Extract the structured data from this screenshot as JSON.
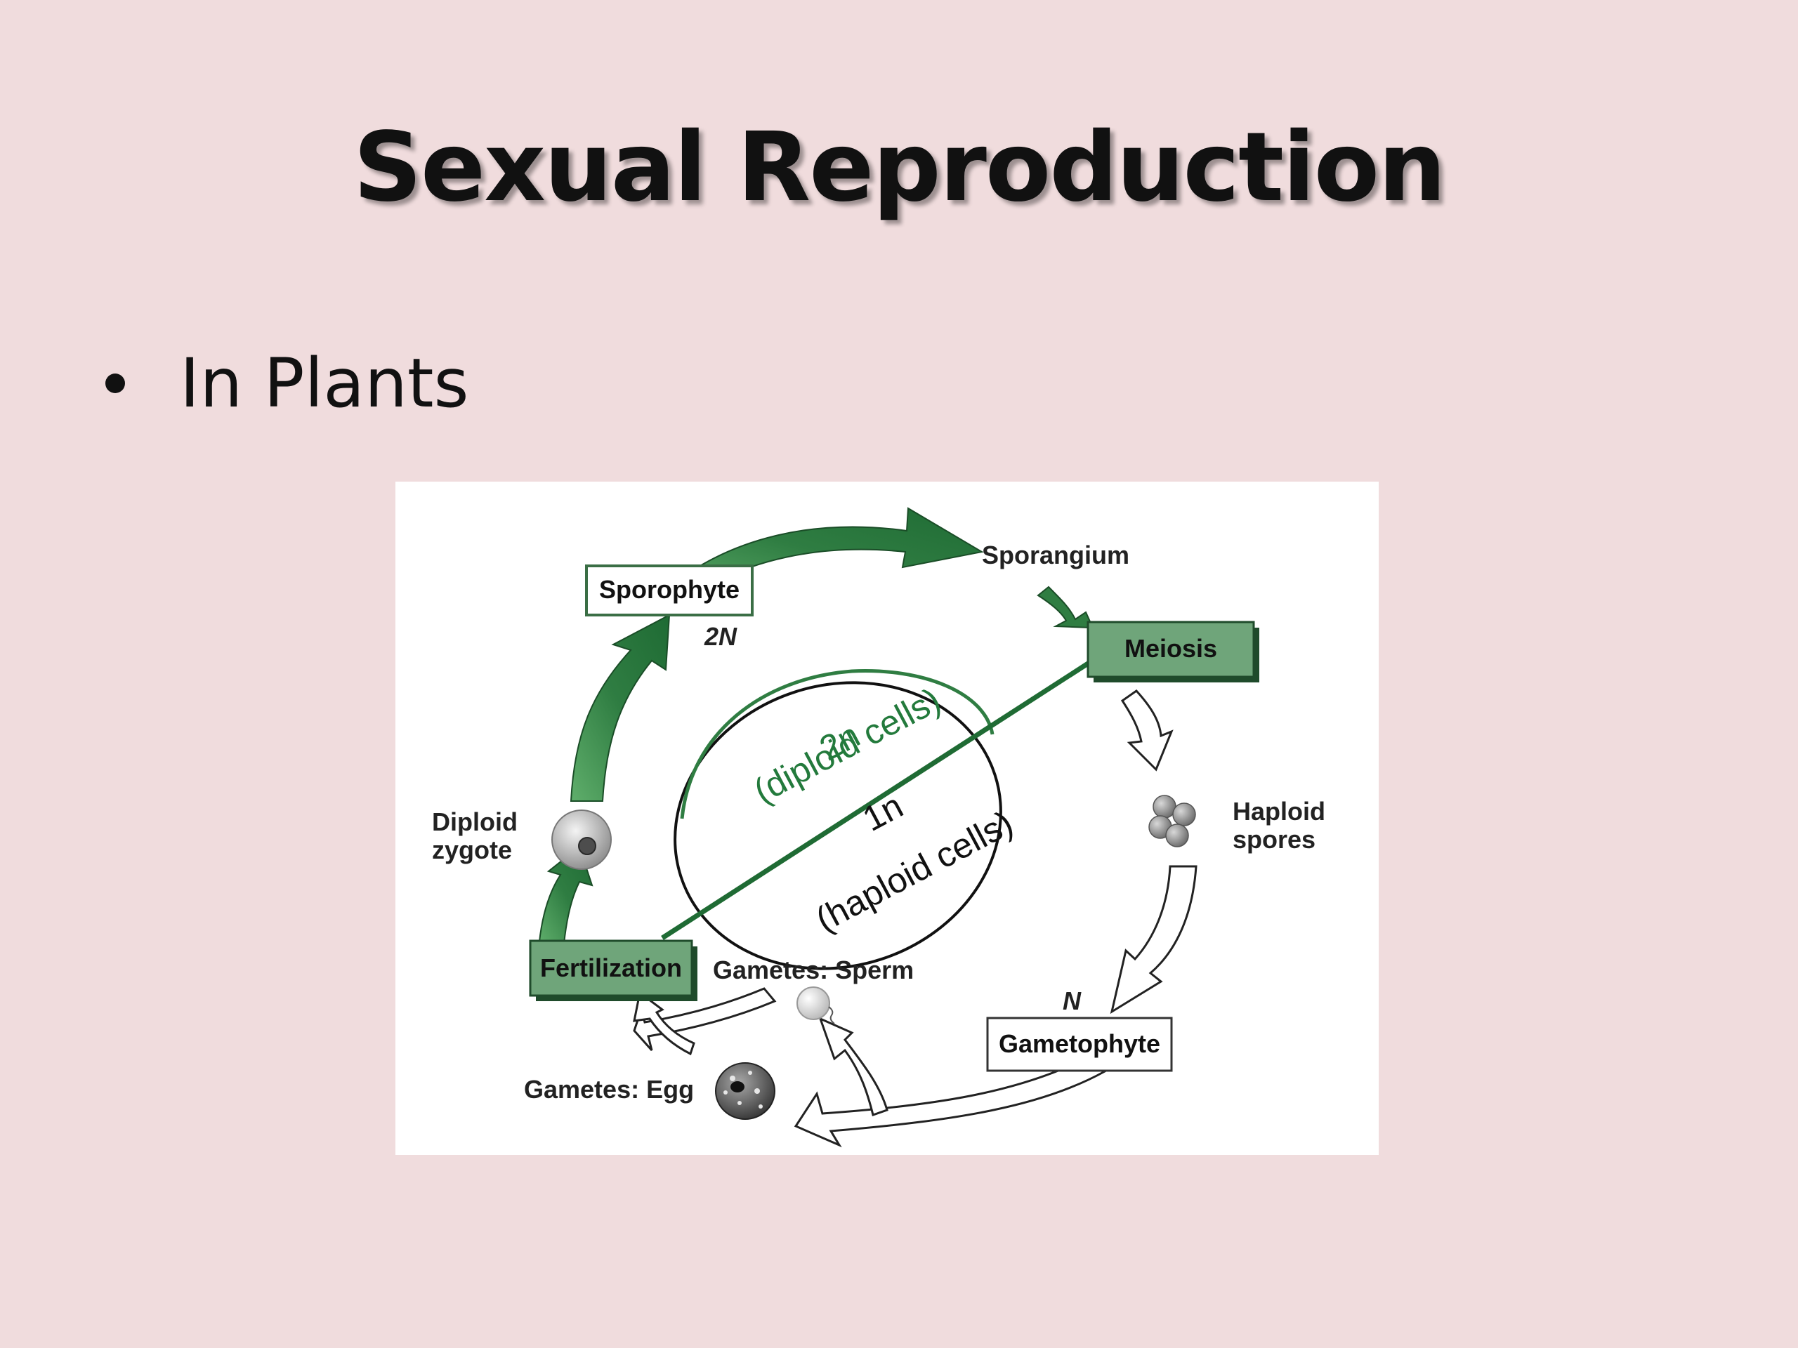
{
  "slide": {
    "title": "Sexual Reproduction",
    "bullets": [
      "In Plants"
    ]
  },
  "diagram": {
    "sporophyte": "Sporophyte",
    "sporophyte_ploidy": "2N",
    "sporangium": "Sporangium",
    "meiosis": "Meiosis",
    "haploid_spores": [
      "Haploid",
      "spores"
    ],
    "gametophyte": "Gametophyte",
    "gametophyte_ploidy": "N",
    "gametes_sperm": "Gametes: Sperm",
    "gametes_egg": "Gametes: Egg",
    "fertilization": "Fertilization",
    "diploid_zygote": [
      "Diploid",
      "zygote"
    ],
    "diploid_label": [
      "2n",
      "(diploid cells)"
    ],
    "haploid_label": [
      "1n",
      "(haploid cells)"
    ],
    "colors": {
      "green_dark": "#1f6b34",
      "green_mid": "#4f9a5c",
      "box_green": "#6fa57a",
      "diploid_text": "#237a3c"
    }
  }
}
